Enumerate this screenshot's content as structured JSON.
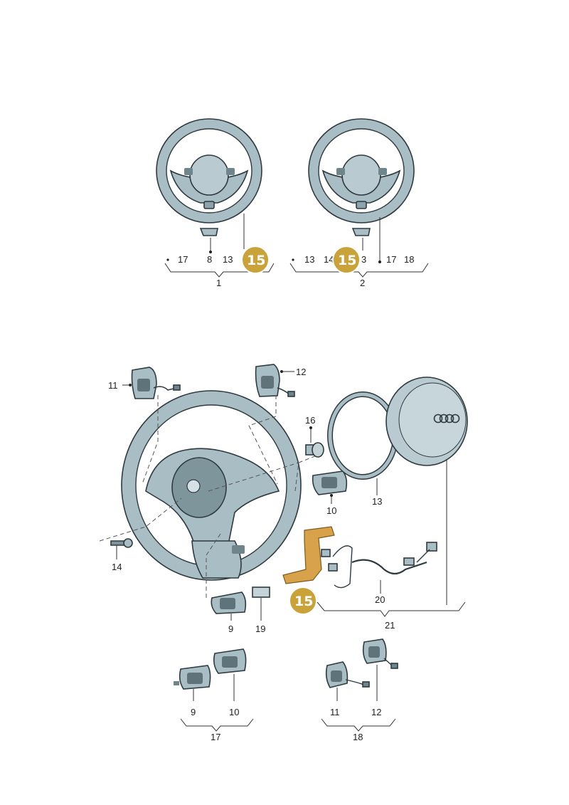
{
  "colors": {
    "badge": "#c9a33a",
    "part_fill": "#a9bdc4",
    "part_dark": "#6f858c",
    "ribbon": "#d8a24a"
  },
  "icons": [
    "steering-wheel-icon",
    "airbag-icon",
    "audi-rings-icon",
    "screw-icon",
    "ribbon-cable-icon",
    "wiring-harness-icon"
  ],
  "callouts": {
    "highlight": "15",
    "top_group1": {
      "items": [
        "17",
        "8",
        "13"
      ],
      "group": "1"
    },
    "top_group2": {
      "items": [
        "13",
        "14",
        "3",
        "17",
        "18"
      ],
      "group": "2"
    },
    "main": {
      "p11": "11",
      "p12": "12",
      "p16": "16",
      "p10": "10",
      "p13": "13",
      "p14": "14",
      "p9": "9",
      "p19": "19",
      "p20": "20",
      "p21": "21"
    },
    "bottom_left": {
      "items": [
        "9",
        "10"
      ],
      "group": "17"
    },
    "bottom_right": {
      "items": [
        "11",
        "12"
      ],
      "group": "18"
    }
  }
}
